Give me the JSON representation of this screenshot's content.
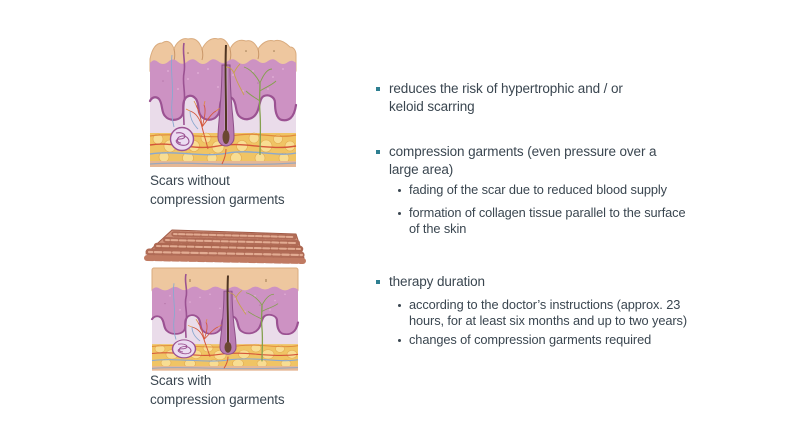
{
  "colors": {
    "accent": "#2e7f91",
    "text": "#3a4650"
  },
  "figures": [
    {
      "name": "scars-without-compression",
      "caption_lines": [
        "Scars without",
        "compression garments"
      ]
    },
    {
      "name": "scars-with-compression",
      "caption_lines": [
        "Scars with",
        "compression garments"
      ]
    }
  ],
  "bullets": [
    {
      "level": 1,
      "lines": [
        "reduces the risk of hypertrophic and / or",
        "keloid scarring"
      ]
    },
    {
      "level": 1,
      "lines": [
        "compression garments (even pressure over a",
        "large area)"
      ]
    },
    {
      "level": 2,
      "lines": [
        "fading of the scar due to reduced blood supply"
      ]
    },
    {
      "level": 2,
      "lines": [
        "formation of collagen tissue parallel to the surface",
        "of the skin"
      ]
    },
    {
      "level": 1,
      "lines": [
        "therapy duration"
      ]
    },
    {
      "level": 2,
      "lines": [
        "according to the doctor’s instructions (approx. 23",
        "hours, for at least six months and up to two years)"
      ]
    },
    {
      "level": 2,
      "lines": [
        "changes of compression garments required"
      ]
    }
  ]
}
